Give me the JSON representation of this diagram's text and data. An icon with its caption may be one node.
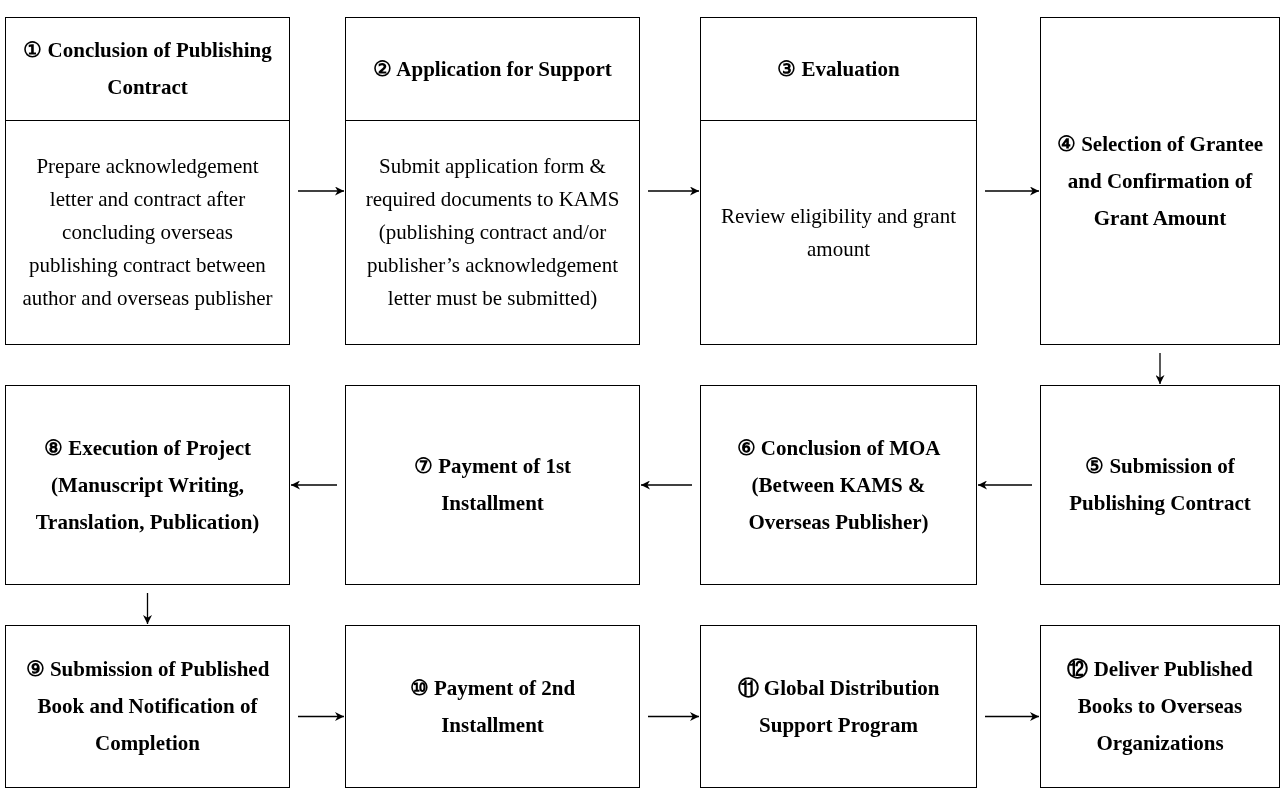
{
  "diagram": {
    "nodes": [
      {
        "text": [
          "① Conclusion of Publishing Contract",
          "Prepare acknowledgement letter and contract after concluding overseas publishing contract between author and overseas publisher"
        ]
      },
      {
        "text": [
          "② Application for Support",
          "Submit application form & required documents to KAMS (publishing contract and/or publisher’s acknowledgement letter must be submitted)"
        ]
      },
      {
        "text": [
          "③ Evaluation",
          "Review eligibility and grant amount"
        ]
      },
      {
        "text": [
          "④ Selection of Grantee and Confirmation of Grant Amount"
        ]
      },
      {
        "text": [
          "⑤ Submission of Publishing Contract"
        ]
      },
      {
        "text": [
          "⑥ Conclusion of MOA (Between KAMS & Overseas Publisher)"
        ]
      },
      {
        "text": [
          "⑦ Payment of 1st Installment"
        ]
      },
      {
        "text": [
          "⑧ Execution of Project (Manuscript Writing, Translation, Publication)"
        ]
      },
      {
        "text": [
          "⑨ Submission of Published Book and Notification of Completion"
        ]
      },
      {
        "text": [
          "⑩ Payment of 2nd Installment"
        ]
      },
      {
        "text": [
          "⑪ Global Distribution Support Program"
        ]
      },
      {
        "text": [
          "⑫ Deliver Published Books to Overseas Organizations"
        ]
      }
    ],
    "edges": [
      {
        "from": 0,
        "to": 1,
        "arrow": "to"
      },
      {
        "from": 1,
        "to": 2,
        "arrow": "to"
      },
      {
        "from": 2,
        "to": 3,
        "arrow": "to"
      },
      {
        "from": 3,
        "to": 4,
        "arrow": "to"
      },
      {
        "from": 4,
        "to": 5,
        "arrow": "to"
      },
      {
        "from": 5,
        "to": 6,
        "arrow": "to"
      },
      {
        "from": 6,
        "to": 7,
        "arrow": "to"
      },
      {
        "from": 7,
        "to": 8,
        "arrow": "to"
      },
      {
        "from": 8,
        "to": 9,
        "arrow": "to"
      },
      {
        "from": 9,
        "to": 10,
        "arrow": "to"
      },
      {
        "from": 10,
        "to": 11,
        "arrow": "to"
      }
    ]
  }
}
